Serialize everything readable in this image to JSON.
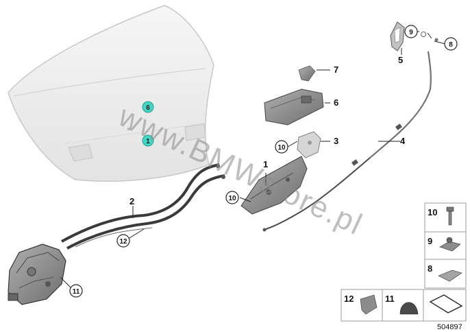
{
  "callouts": {
    "c1": "1",
    "c2": "2",
    "c3": "3",
    "c4": "4",
    "c5": "5",
    "c6": "6",
    "c7": "7",
    "c8": "8",
    "c9": "9",
    "c10a": "10",
    "c10b": "10",
    "c11": "11",
    "c12": "12",
    "trunk_6": "6",
    "trunk_1": "1"
  },
  "legend": {
    "item10": "10",
    "item9": "9",
    "item8": "8",
    "item12": "12",
    "item11": "11"
  },
  "watermark": "www.BMWstore.pl",
  "diagram_number": "504897",
  "colors": {
    "highlight": "#3fd6c4",
    "part": "#8c8c8c",
    "part_dark": "#5a5a5a",
    "lid": "#ececec"
  }
}
